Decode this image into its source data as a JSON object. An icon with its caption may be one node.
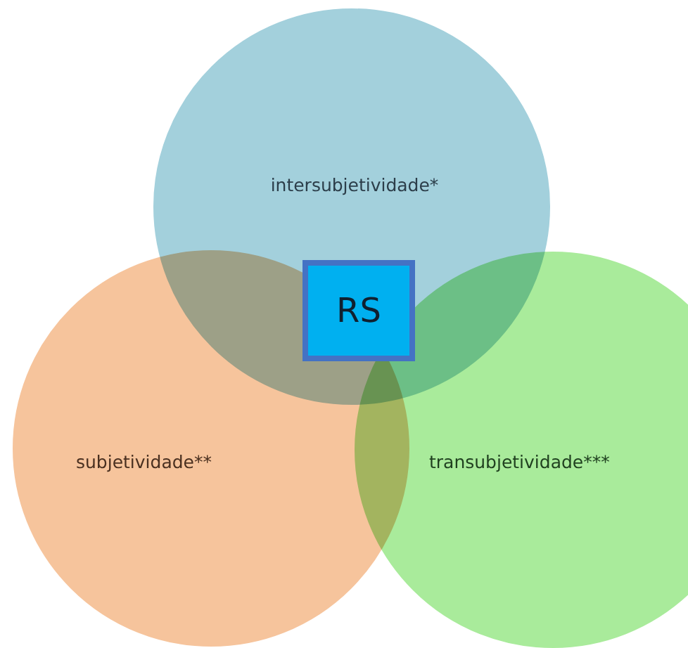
{
  "diagram": {
    "nodes": [
      {
        "text": [
          "intersubjetividade*"
        ]
      },
      {
        "text": [
          "subjetividade**"
        ]
      },
      {
        "text": [
          "transubjetividade***"
        ]
      },
      {
        "text": [
          "RS"
        ]
      }
    ]
  }
}
